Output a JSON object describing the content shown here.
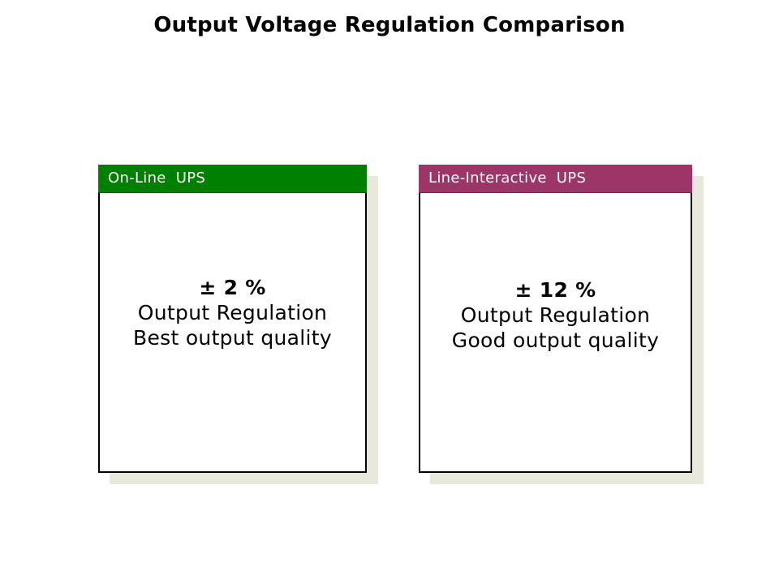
{
  "title": "Output Voltage Regulation Comparison",
  "colors": {
    "background": "#FFFFFF",
    "title_text": "#000000",
    "box_border": "#000000",
    "box_shadow": "#E8E8DC",
    "header_text": "#FFFFFF",
    "online_header_bg": "#008000",
    "line_interactive_header_bg": "#9E3568",
    "body_text": "#000000"
  },
  "panels": [
    {
      "header": "On-Line  UPS",
      "header_color": "#008000",
      "lines": {
        "value": "± 2 %",
        "regulation": "Output Regulation",
        "quality": "Best output quality"
      }
    },
    {
      "header": "Line-Interactive  UPS",
      "header_color": "#9E3568",
      "lines": {
        "value": "± 12 %",
        "regulation": "Output Regulation",
        "quality": "Good output quality"
      }
    }
  ]
}
